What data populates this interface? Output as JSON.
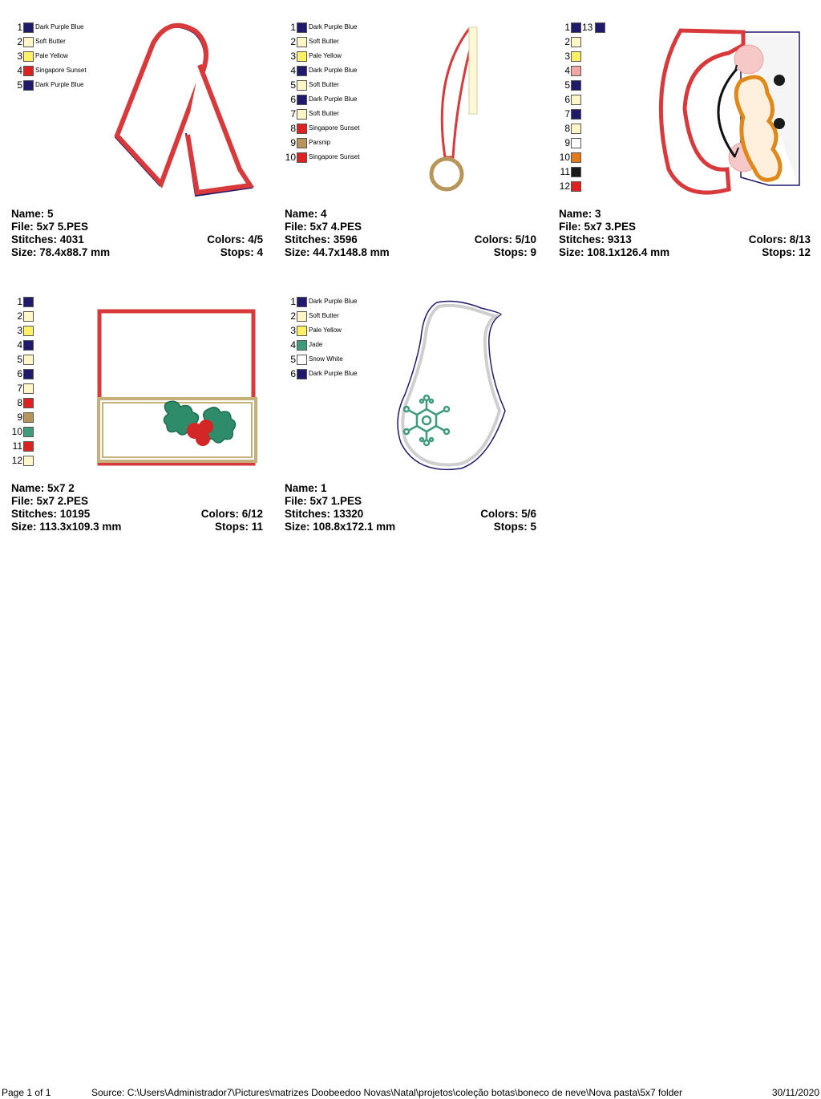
{
  "designs": [
    {
      "name_label": "Name: 5",
      "file_label": "File: 5x7 5.PES",
      "stitches_label": "Stitches: 4031",
      "size_label": "Size: 78.4x88.7 mm",
      "colors_label": "Colors: 4/5",
      "stops_label": "Stops: 4",
      "swatches": [
        {
          "n": "1",
          "color": "#1f1a6b",
          "name": "Dark Purple Blue"
        },
        {
          "n": "2",
          "color": "#fff7c8",
          "name": "Soft Butter"
        },
        {
          "n": "3",
          "color": "#fff066",
          "name": "Pale Yellow"
        },
        {
          "n": "4",
          "color": "#dd2222",
          "name": "Singapore Sunset"
        },
        {
          "n": "5",
          "color": "#1f1a6b",
          "name": "Dark Purple Blue"
        }
      ]
    },
    {
      "name_label": "Name: 4",
      "file_label": "File: 5x7 4.PES",
      "stitches_label": "Stitches: 3596",
      "size_label": "Size: 44.7x148.8 mm",
      "colors_label": "Colors: 5/10",
      "stops_label": "Stops: 9",
      "swatches": [
        {
          "n": "1",
          "color": "#1f1a6b",
          "name": "Dark Purple Blue"
        },
        {
          "n": "2",
          "color": "#fff7c8",
          "name": "Soft Butter"
        },
        {
          "n": "3",
          "color": "#fff066",
          "name": "Pale Yellow"
        },
        {
          "n": "4",
          "color": "#1f1a6b",
          "name": "Dark Purple Blue"
        },
        {
          "n": "5",
          "color": "#fff7c8",
          "name": "Soft Butter"
        },
        {
          "n": "6",
          "color": "#1f1a6b",
          "name": "Dark Purple Blue"
        },
        {
          "n": "7",
          "color": "#fff7c8",
          "name": "Soft Butter"
        },
        {
          "n": "8",
          "color": "#dd2222",
          "name": "Singapore Sunset"
        },
        {
          "n": "9",
          "color": "#b8955a",
          "name": "Parsnip"
        },
        {
          "n": "10",
          "color": "#dd2222",
          "name": "Singapore Sunset"
        }
      ]
    },
    {
      "name_label": "Name: 3",
      "file_label": "File: 5x7 3.PES",
      "stitches_label": "Stitches: 9313",
      "size_label": "Size: 108.1x126.4 mm",
      "colors_label": "Colors: 8/13",
      "stops_label": "Stops: 12",
      "extra_number": "13",
      "extra_color": "#1f1a6b",
      "swatches": [
        {
          "n": "1",
          "color": "#1f1a6b",
          "name": ""
        },
        {
          "n": "2",
          "color": "#fff7c8",
          "name": ""
        },
        {
          "n": "3",
          "color": "#fff066",
          "name": ""
        },
        {
          "n": "4",
          "color": "#f2a6a6",
          "name": ""
        },
        {
          "n": "5",
          "color": "#1f1a6b",
          "name": ""
        },
        {
          "n": "6",
          "color": "#fff7c8",
          "name": ""
        },
        {
          "n": "7",
          "color": "#1f1a6b",
          "name": ""
        },
        {
          "n": "8",
          "color": "#fff7c8",
          "name": ""
        },
        {
          "n": "9",
          "color": "#ffffff",
          "name": ""
        },
        {
          "n": "10",
          "color": "#e07a1a",
          "name": ""
        },
        {
          "n": "11",
          "color": "#1a1a1a",
          "name": ""
        },
        {
          "n": "12",
          "color": "#dd2222",
          "name": ""
        }
      ]
    },
    {
      "name_label": "Name: 5x7 2",
      "file_label": "File: 5x7 2.PES",
      "stitches_label": "Stitches: 10195",
      "size_label": "Size: 113.3x109.3 mm",
      "colors_label": "Colors: 6/12",
      "stops_label": "Stops: 11",
      "swatches": [
        {
          "n": "1",
          "color": "#1f1a6b",
          "name": ""
        },
        {
          "n": "2",
          "color": "#fff7c8",
          "name": ""
        },
        {
          "n": "3",
          "color": "#fff066",
          "name": ""
        },
        {
          "n": "4",
          "color": "#1f1a6b",
          "name": ""
        },
        {
          "n": "5",
          "color": "#fff7c8",
          "name": ""
        },
        {
          "n": "6",
          "color": "#1f1a6b",
          "name": ""
        },
        {
          "n": "7",
          "color": "#fff7c8",
          "name": ""
        },
        {
          "n": "8",
          "color": "#dd2222",
          "name": ""
        },
        {
          "n": "9",
          "color": "#b8955a",
          "name": ""
        },
        {
          "n": "10",
          "color": "#3f9a7e",
          "name": ""
        },
        {
          "n": "11",
          "color": "#dd2222",
          "name": ""
        },
        {
          "n": "12",
          "color": "#fff7c8",
          "name": ""
        }
      ]
    },
    {
      "name_label": "Name: 1",
      "file_label": "File: 5x7 1.PES",
      "stitches_label": "Stitches: 13320",
      "size_label": "Size: 108.8x172.1 mm",
      "colors_label": "Colors: 5/6",
      "stops_label": "Stops: 5",
      "swatches": [
        {
          "n": "1",
          "color": "#1f1a6b",
          "name": "Dark Purple Blue"
        },
        {
          "n": "2",
          "color": "#fff7c8",
          "name": "Soft Butter"
        },
        {
          "n": "3",
          "color": "#fff066",
          "name": "Pale Yellow"
        },
        {
          "n": "4",
          "color": "#3f9a7e",
          "name": "Jade"
        },
        {
          "n": "5",
          "color": "#ffffff",
          "name": "Snow White"
        },
        {
          "n": "6",
          "color": "#1f1a6b",
          "name": "Dark Purple Blue"
        }
      ]
    }
  ],
  "footer": {
    "page": "Page 1 of 1",
    "source": "Source: C:\\Users\\Administrador7\\Pictures\\matrizes Doobeedoo Novas\\Natal\\projetos\\coleção botas\\boneco de neve\\Nova pasta\\5x7 folder",
    "date": "30/11/2020"
  }
}
